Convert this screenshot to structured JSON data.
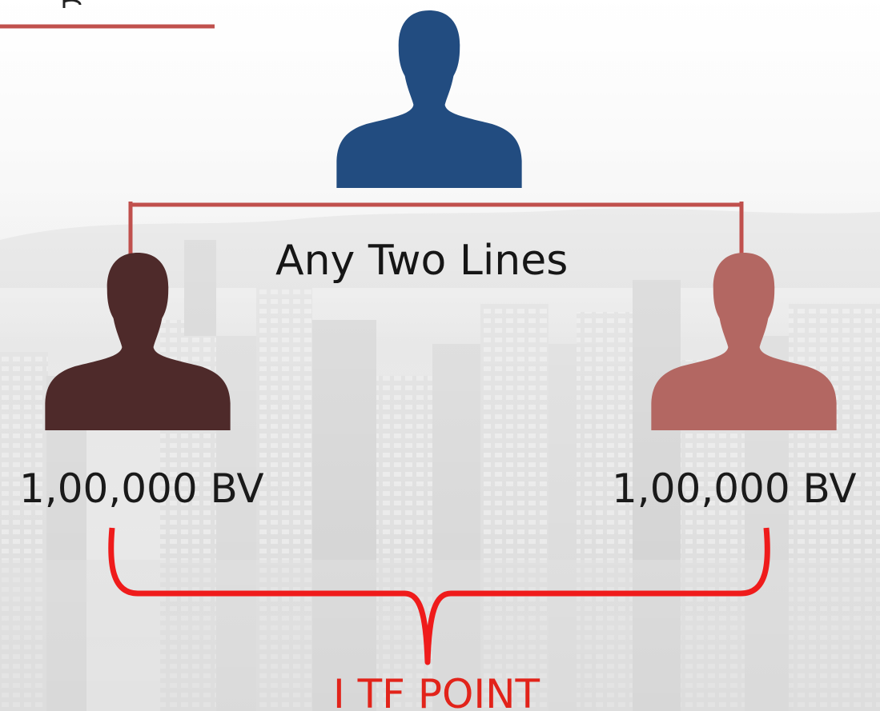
{
  "labels": {
    "center": "Any Two Lines",
    "left_bv": "1,00,000 BV",
    "right_bv": "1,00,000 BV",
    "point": "I TF POINT"
  },
  "colors": {
    "accent_line": "#c0504d",
    "bracket": "#ef1b1b",
    "top_person": "#224c80",
    "left_person": "#4e2a2a",
    "right_person": "#b36762",
    "point_text": "#e2231a"
  },
  "icons": {
    "top": "person-silhouette-icon",
    "left": "person-silhouette-icon",
    "right": "person-silhouette-icon"
  }
}
